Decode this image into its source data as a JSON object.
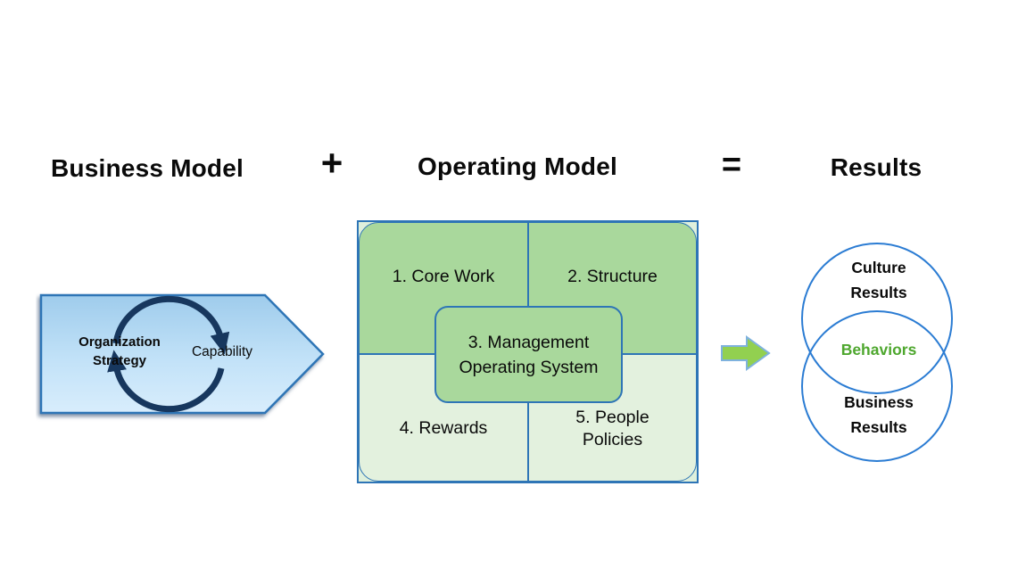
{
  "title_row": {
    "business_model": "Business Model",
    "plus_sign": "+",
    "operating_model": "Operating Model",
    "equals_sign": "=",
    "results": "Results"
  },
  "business_model_shape": {
    "organization_strategy": "Organization Strategy",
    "capability": "Capability"
  },
  "operating_model_grid": {
    "cell_core_work": "1. Core Work",
    "cell_structure": "2. Structure",
    "cell_rewards": "4. Rewards",
    "cell_people_policies": "5. People Policies",
    "center_box": "3. Management Operating System"
  },
  "results_venn": {
    "culture_results": "Culture Results",
    "behaviors": "Behaviors",
    "business_results": "Business Results"
  },
  "colors": {
    "grid_border_blue": "#2e75b6",
    "cell_green_dark": "#a9d89c",
    "cell_green_light": "#e3f1de",
    "venn_circle_blue": "#2b7cd3",
    "behaviors_green": "#4ea72e",
    "arrow_green": "#92d050",
    "arrow_green_border": "#7fb2de",
    "cycle_arrow_navy": "#17375e",
    "pentagon_fill_top": "#9fccec",
    "pentagon_fill_bottom": "#d8edfc"
  }
}
